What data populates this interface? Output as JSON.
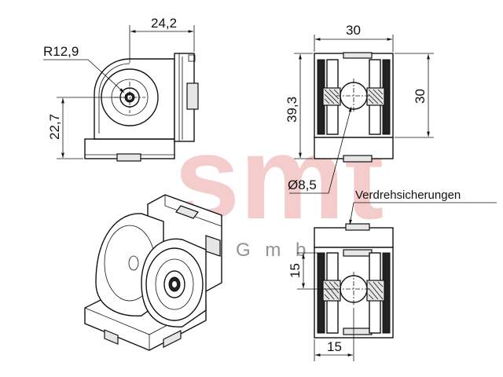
{
  "drawing": {
    "watermark": {
      "logo_text": "smt",
      "sub_text": "G m b H",
      "logo_color": "#f2bcbc"
    },
    "dimensions": {
      "top_width": "24,2",
      "radius": "R12,9",
      "left_height": "22,7",
      "right_width": "30",
      "right_height_outer": "39,3",
      "right_height_inner": "30",
      "bore_diameter": "Ø8,5",
      "bottom_side": "15",
      "bottom_width": "15"
    },
    "labels": {
      "anti_rotation": "Verdrehsicherungen"
    }
  }
}
